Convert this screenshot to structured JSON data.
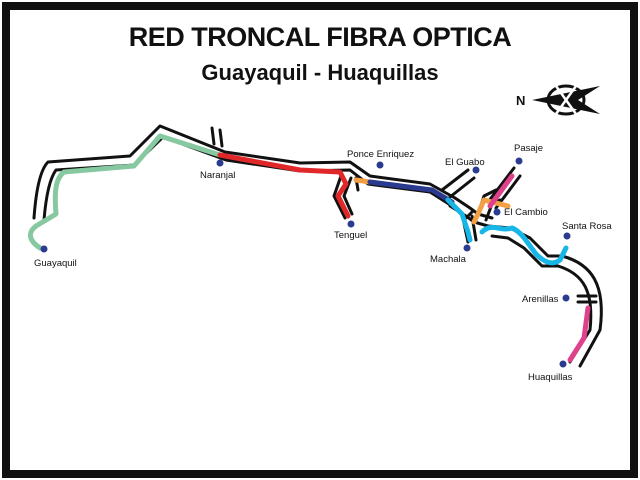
{
  "title": "RED TRONCAL FIBRA OPTICA",
  "subtitle": "Guayaquil - Huaquillas",
  "compass": {
    "label": "N"
  },
  "colors": {
    "road": "#111111",
    "green": "#86c9a0",
    "red": "#e0282a",
    "orange": "#f3a044",
    "navy": "#2a3a8e",
    "cyan": "#18b6e6",
    "magenta": "#e0418c",
    "marker": "#2b3b8f"
  },
  "places": [
    {
      "name": "Guayaquil"
    },
    {
      "name": "Naranjal"
    },
    {
      "name": "Tenguel"
    },
    {
      "name": "Ponce Enriquez"
    },
    {
      "name": "El Guabo"
    },
    {
      "name": "Pasaje"
    },
    {
      "name": "El Cambio"
    },
    {
      "name": "Machala"
    },
    {
      "name": "Santa Rosa"
    },
    {
      "name": "Arenillas"
    },
    {
      "name": "Huaquillas"
    }
  ]
}
